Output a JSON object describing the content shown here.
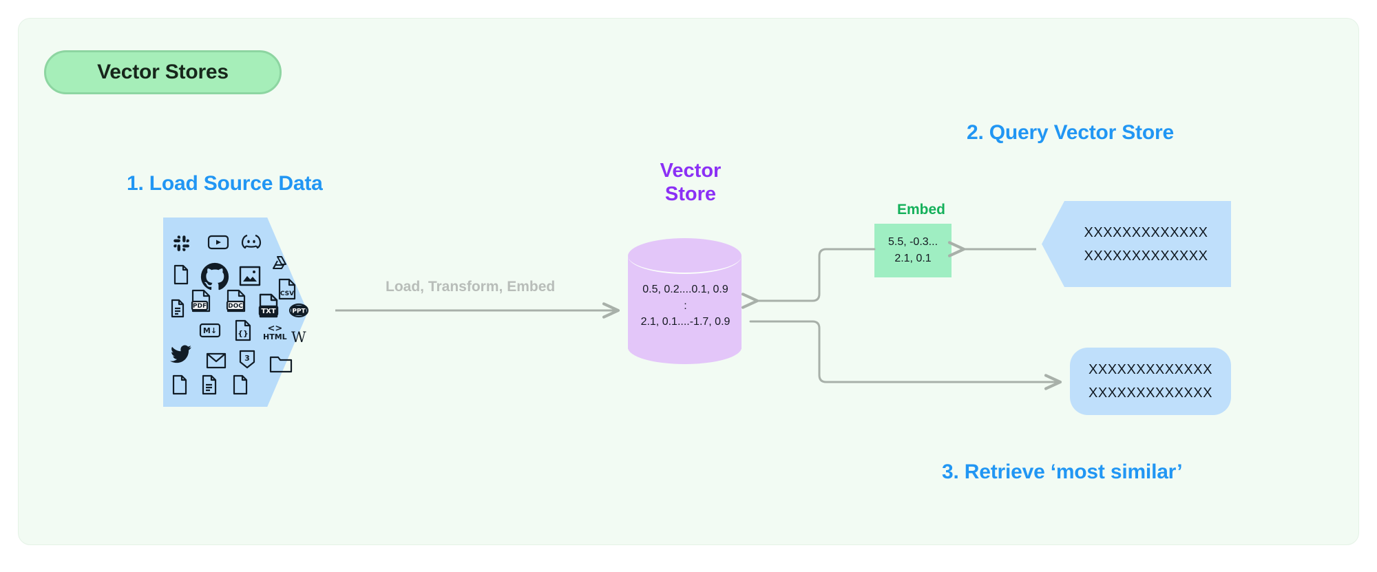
{
  "panel": {
    "background_color": "#f2fbf3",
    "badge": {
      "label": "Vector Stores",
      "fill": "#a6eeb9",
      "border": "#8dd5a1",
      "text_color": "#17261b"
    }
  },
  "headings": {
    "accent_color": "#2196f3",
    "step1": "1. Load Source Data",
    "step2": "2. Query Vector Store",
    "step3": "3. Retrieve ‘most similar’"
  },
  "source": {
    "shape": "hexagon-arrow",
    "fill": "#b8dcfa",
    "icons": [
      {
        "name": "slack-icon",
        "glyph": "✳"
      },
      {
        "name": "youtube-icon",
        "glyph": "▶"
      },
      {
        "name": "discord-icon",
        "glyph": "◑"
      },
      {
        "name": "file-icon",
        "glyph": "὜B"
      },
      {
        "name": "github-icon",
        "glyph": "●"
      },
      {
        "name": "image-icon",
        "glyph": "ὛC"
      },
      {
        "name": "google-drive-icon",
        "glyph": "△"
      },
      {
        "name": "csv-file-icon",
        "glyph": "CSV"
      },
      {
        "name": "text-lines-file-icon",
        "glyph": "὜E"
      },
      {
        "name": "pdf-file-icon",
        "glyph": "PDF"
      },
      {
        "name": "doc-file-icon",
        "glyph": "DOC"
      },
      {
        "name": "txt-file-icon",
        "glyph": "TXT"
      },
      {
        "name": "ppt-file-icon",
        "glyph": "PPT"
      },
      {
        "name": "markdown-icon",
        "glyph": "M↓"
      },
      {
        "name": "json-file-icon",
        "glyph": "{ }"
      },
      {
        "name": "html-icon",
        "glyph": "HTML"
      },
      {
        "name": "wikipedia-icon",
        "glyph": "W"
      },
      {
        "name": "twitter-icon",
        "glyph": "ὂ6"
      },
      {
        "name": "email-icon",
        "glyph": "✉"
      },
      {
        "name": "css3-icon",
        "glyph": "Ὦ1"
      },
      {
        "name": "folder-icon",
        "glyph": "Ὄ1"
      },
      {
        "name": "blank-file-icon",
        "glyph": "὜B"
      },
      {
        "name": "document-file-icon",
        "glyph": "὜E"
      },
      {
        "name": "plain-file-icon",
        "glyph": "὜B"
      }
    ]
  },
  "pipeline": {
    "load_label": "Load, Transform, Embed",
    "label_color": "#b8bdb9",
    "connector_color": "#a8b0a9"
  },
  "vector_store": {
    "title_line1": "Vector",
    "title_line2": "Store",
    "title_color": "#8b30f5",
    "fill": "#e3c6f9",
    "rows": [
      "0.5, 0.2....0.1, 0.9",
      ":",
      "2.1, 0.1....-1.7, 0.9"
    ]
  },
  "embed": {
    "title": "Embed",
    "title_color": "#14b05a",
    "fill": "#9feec2",
    "rows": [
      "5.5, -0.3...",
      "2.1, 0.1"
    ]
  },
  "query": {
    "fill": "#bfdffb",
    "lines": [
      "XXXXXXXXXXXXX",
      "XXXXXXXXXXXXX"
    ]
  },
  "retrieve": {
    "fill": "#bfdffb",
    "lines": [
      "XXXXXXXXXXXXX",
      "XXXXXXXXXXXXX"
    ]
  }
}
